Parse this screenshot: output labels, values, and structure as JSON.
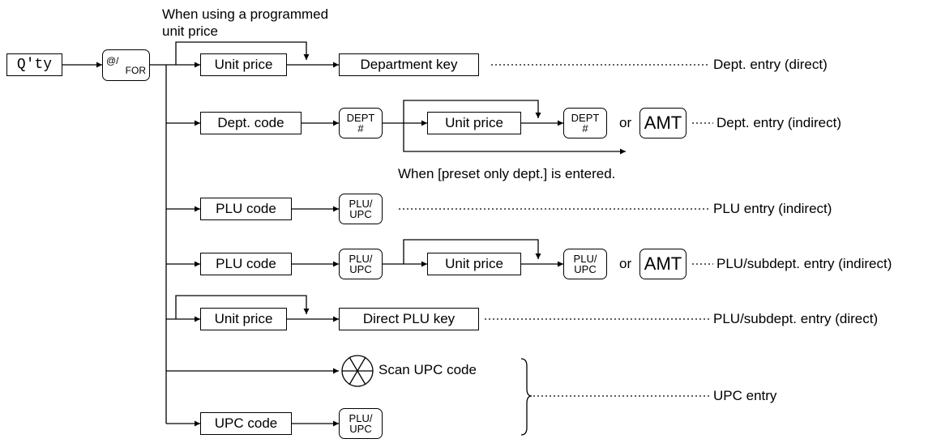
{
  "start_box": "Q'ty",
  "at_key": {
    "top": "@/",
    "bottom": "FOR"
  },
  "note_programmed": "When using a programmed\nunit price",
  "note_preset": "When [preset only dept.] is entered.",
  "boxes": {
    "unit_price": "Unit price",
    "department_key": "Department key",
    "dept_code": "Dept. code",
    "plu_code": "PLU code",
    "direct_plu_key": "Direct PLU key",
    "upc_code": "UPC code"
  },
  "keys": {
    "dept_hash": {
      "top": "DEPT",
      "bottom": "#"
    },
    "plu_upc": {
      "top": "PLU/",
      "bottom": "UPC"
    },
    "amt": "AMT"
  },
  "or_text": "or",
  "scan_label": "Scan UPC code",
  "results": {
    "dept_direct": "Dept. entry (direct)",
    "dept_indirect": "Dept. entry (indirect)",
    "plu_indirect": "PLU entry (indirect)",
    "plu_subdept_indirect": "PLU/subdept. entry (indirect)",
    "plu_subdept_direct": "PLU/subdept. entry (direct)",
    "upc_entry": "UPC entry"
  }
}
